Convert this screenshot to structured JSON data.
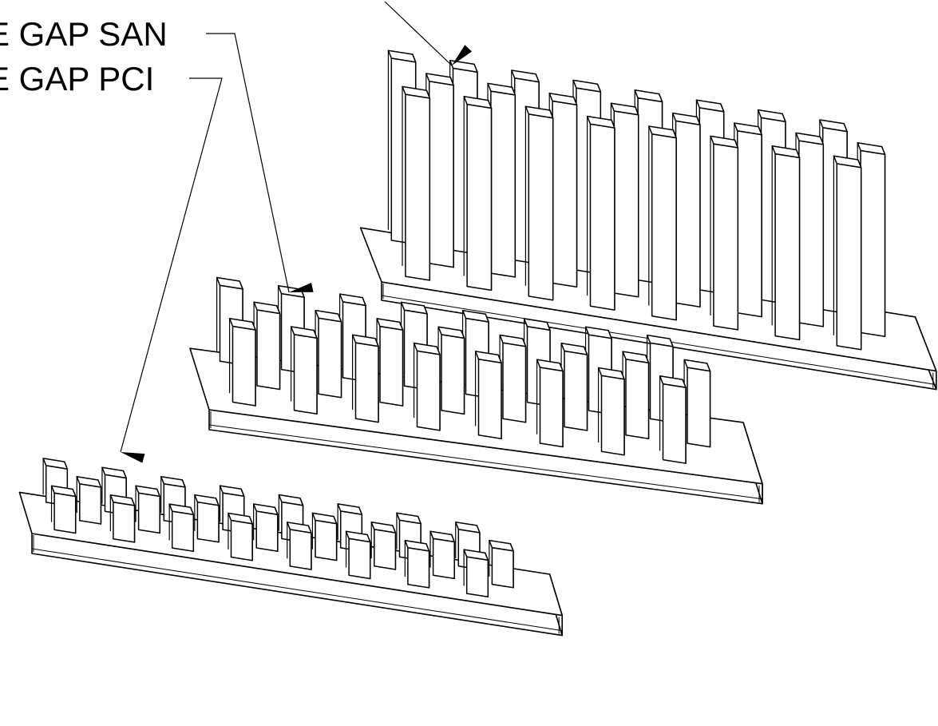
{
  "labels": {
    "san": "E GAP SAN",
    "pci": "E GAP PCI"
  },
  "colors": {
    "stroke": "#000000",
    "fill": "#ffffff"
  },
  "heatsinks": [
    {
      "name": "pci",
      "cols": 9,
      "rows": 3
    },
    {
      "name": "san",
      "cols": 9,
      "rows": 3
    },
    {
      "name": "tall",
      "cols": 9,
      "rows": 3
    }
  ]
}
